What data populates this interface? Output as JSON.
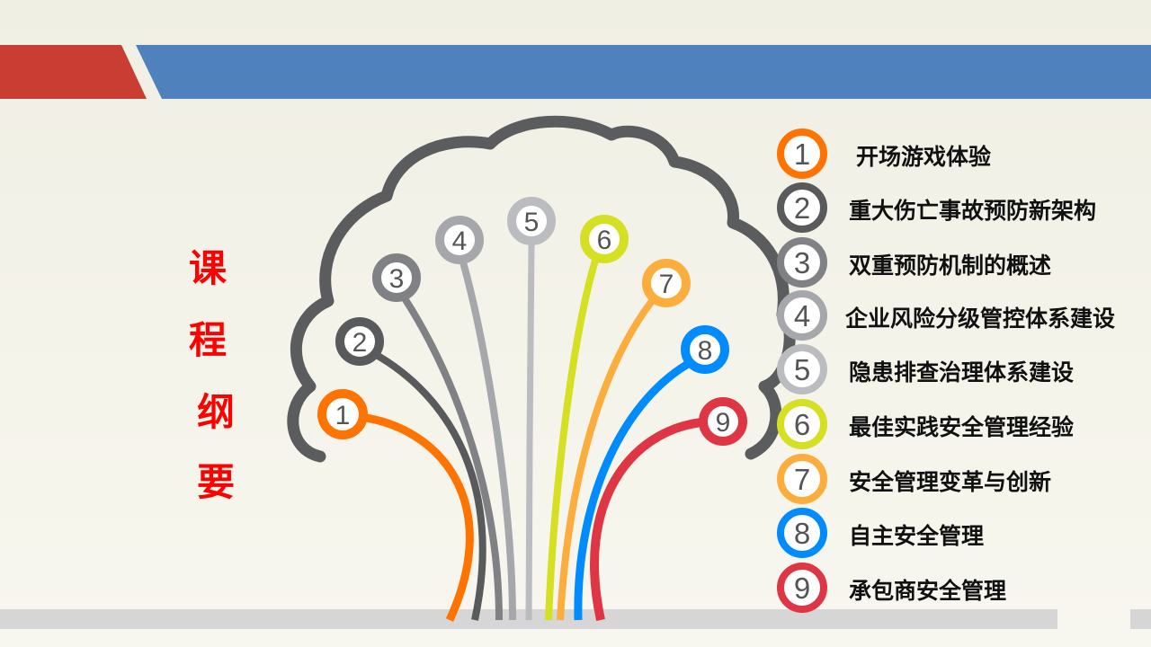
{
  "slide": {
    "side_title": [
      "课",
      "程",
      "纲",
      "要"
    ],
    "colors": {
      "background": "#f1f0e5",
      "banner_red": "#c93d32",
      "banner_blue": "#4f81bd",
      "title_red": "#ff0000",
      "cloud_outline": "#5b5c5e",
      "footer_bar": "#d6d6d6"
    }
  },
  "agenda": {
    "items": [
      {
        "num": "1",
        "label": "开场游戏体验",
        "color": "#ff7300"
      },
      {
        "num": "2",
        "label": "重大伤亡事故预防新架构",
        "color": "#595a5c"
      },
      {
        "num": "3",
        "label": "双重预防机制的概述",
        "color": "#808184"
      },
      {
        "num": "4",
        "label": "企业风险分级管控体系建设",
        "color": "#a6a7aa"
      },
      {
        "num": "5",
        "label": "隐患排查治理体系建设",
        "color": "#bbbcbf"
      },
      {
        "num": "6",
        "label": "最佳实践安全管理经验",
        "color": "#d4e021"
      },
      {
        "num": "7",
        "label": "安全管理变革与创新",
        "color": "#fbae3e"
      },
      {
        "num": "8",
        "label": "自主安全管理",
        "color": "#008bff"
      },
      {
        "num": "9",
        "label": "承包商安全管理",
        "color": "#de3645"
      }
    ]
  },
  "tree": {
    "nodes": [
      {
        "num": "1",
        "color": "#ff7300"
      },
      {
        "num": "2",
        "color": "#595a5c"
      },
      {
        "num": "3",
        "color": "#808184"
      },
      {
        "num": "4",
        "color": "#a6a7aa"
      },
      {
        "num": "5",
        "color": "#bbbcbf"
      },
      {
        "num": "6",
        "color": "#d4e021"
      },
      {
        "num": "7",
        "color": "#fbae3e"
      },
      {
        "num": "8",
        "color": "#008bff"
      },
      {
        "num": "9",
        "color": "#de3645"
      }
    ]
  }
}
